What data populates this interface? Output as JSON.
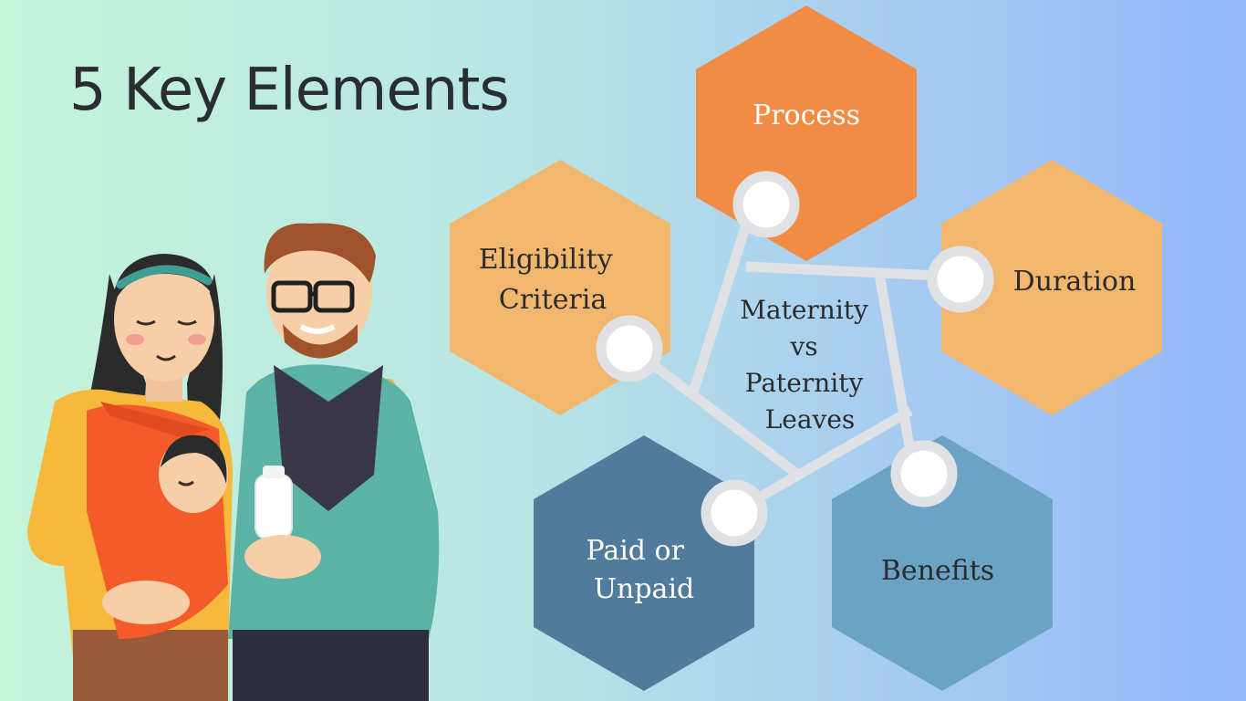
{
  "title": "5 Key Elements",
  "center": [
    "Maternity",
    "vs",
    "Paternity",
    "Leaves"
  ],
  "elements": [
    {
      "id": "process",
      "label": [
        "Process"
      ],
      "color": "#f28c44"
    },
    {
      "id": "eligibility",
      "label": [
        "Eligibility",
        "Criteria"
      ],
      "color": "#f2b76e"
    },
    {
      "id": "duration",
      "label": [
        "Duration"
      ],
      "color": "#f2b76e"
    },
    {
      "id": "paid",
      "label": [
        "Paid or",
        "Unpaid"
      ],
      "color": "#517b9b"
    },
    {
      "id": "benefits",
      "label": [
        "Benefits"
      ],
      "color": "#6aa3c4"
    }
  ],
  "colors": {
    "connector": "#dfe1e4",
    "node_fill": "#ffffff",
    "text_dark": "#2b2b2b"
  },
  "illustration": "family-with-baby-illustration"
}
